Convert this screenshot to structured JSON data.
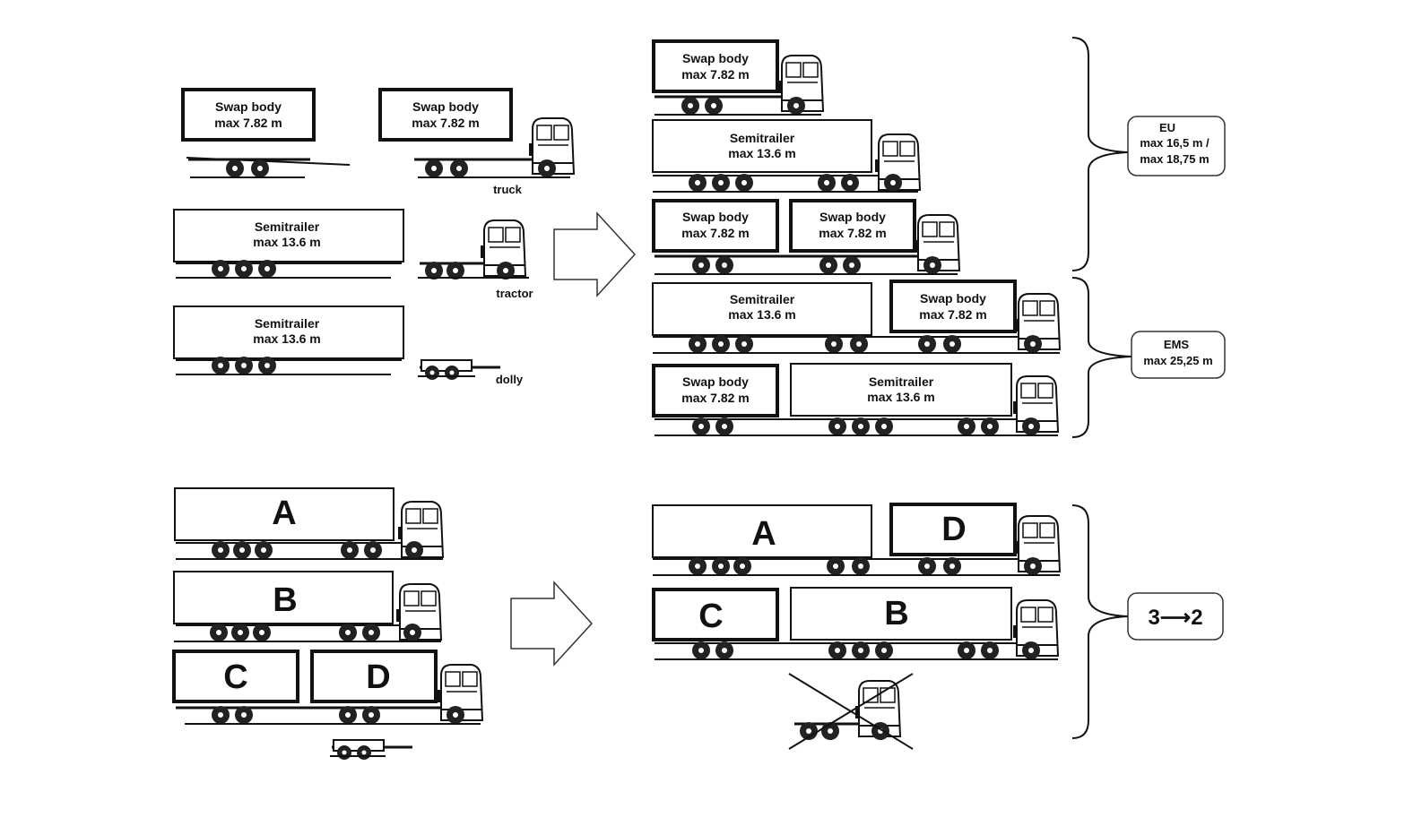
{
  "labels": {
    "swap_body": "Swap body",
    "swap_len": "max 7.82 m",
    "semitrailer": "Semitrailer",
    "semi_len": "max 13.6 m",
    "truck": "truck",
    "tractor": "tractor",
    "dolly": "dolly"
  },
  "callouts": {
    "eu_title": "EU",
    "eu_line1": "max 16,5 m /",
    "eu_line2": "max 18,75 m",
    "ems_title": "EMS",
    "ems_line1": "max 25,25 m",
    "reduction": "3⟶2"
  },
  "letters": {
    "a": "A",
    "b": "B",
    "c": "C",
    "d": "D"
  }
}
